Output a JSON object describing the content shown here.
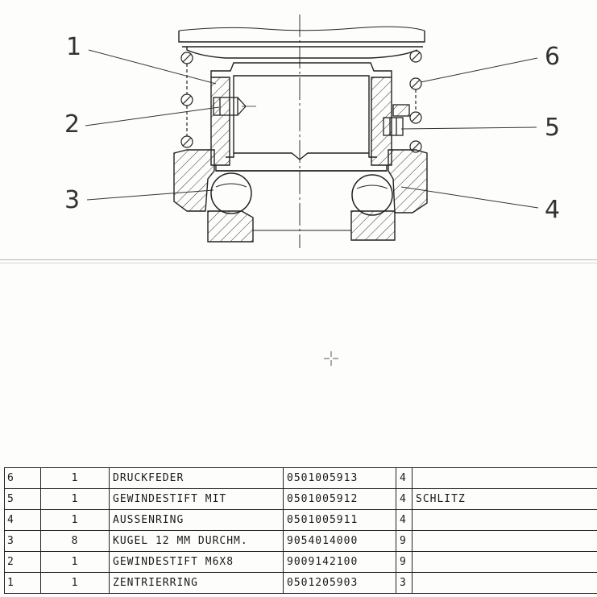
{
  "callouts": [
    "1",
    "2",
    "3",
    "4",
    "5",
    "6"
  ],
  "parts_list": [
    {
      "pos": "6",
      "qty": "1",
      "name": "DRUCKFEDER",
      "number": "0501005913",
      "sheet": "4",
      "remark": ""
    },
    {
      "pos": "5",
      "qty": "1",
      "name": "GEWINDESTIFT MIT",
      "number": "0501005912",
      "sheet": "4",
      "remark": "SCHLITZ"
    },
    {
      "pos": "4",
      "qty": "1",
      "name": "AUSSENRING",
      "number": "0501005911",
      "sheet": "4",
      "remark": ""
    },
    {
      "pos": "3",
      "qty": "8",
      "name": "KUGEL 12 MM DURCHM.",
      "number": "9054014000",
      "sheet": "9",
      "remark": ""
    },
    {
      "pos": "2",
      "qty": "1",
      "name": "GEWINDESTIFT M6X8",
      "number": "9009142100",
      "sheet": "9",
      "remark": ""
    },
    {
      "pos": "1",
      "qty": "1",
      "name": "ZENTRIERRING",
      "number": "0501205903",
      "sheet": "3",
      "remark": ""
    }
  ]
}
